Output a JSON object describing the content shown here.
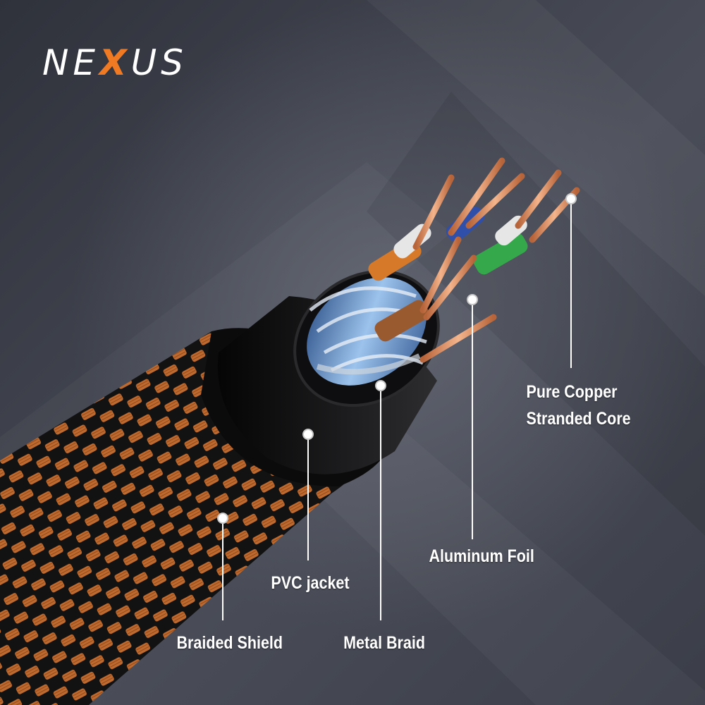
{
  "brand": {
    "logo_text_pre": "NE",
    "logo_text_x": "X",
    "logo_text_post": "US",
    "accent_color": "#f07a24"
  },
  "callouts": {
    "pure_copper_line1": "Pure Copper",
    "pure_copper_line2": "Stranded Core",
    "aluminum_foil": "Aluminum Foil",
    "pvc_jacket": "PVC jacket",
    "braided_shield": "Braided Shield",
    "metal_braid": "Metal Braid"
  },
  "colors": {
    "background": "#3a3d47",
    "braid_orange": "#e8823a",
    "braid_black": "#1a1a1a",
    "jacket_black": "#111111",
    "foil_blue": "#7fa8d8",
    "copper": "#d8875a",
    "wire_green": "#34a84a",
    "wire_orange": "#d67a2a",
    "wire_blue": "#2f4fa8",
    "wire_brown": "#9a5a30",
    "label_white": "#ffffff"
  }
}
